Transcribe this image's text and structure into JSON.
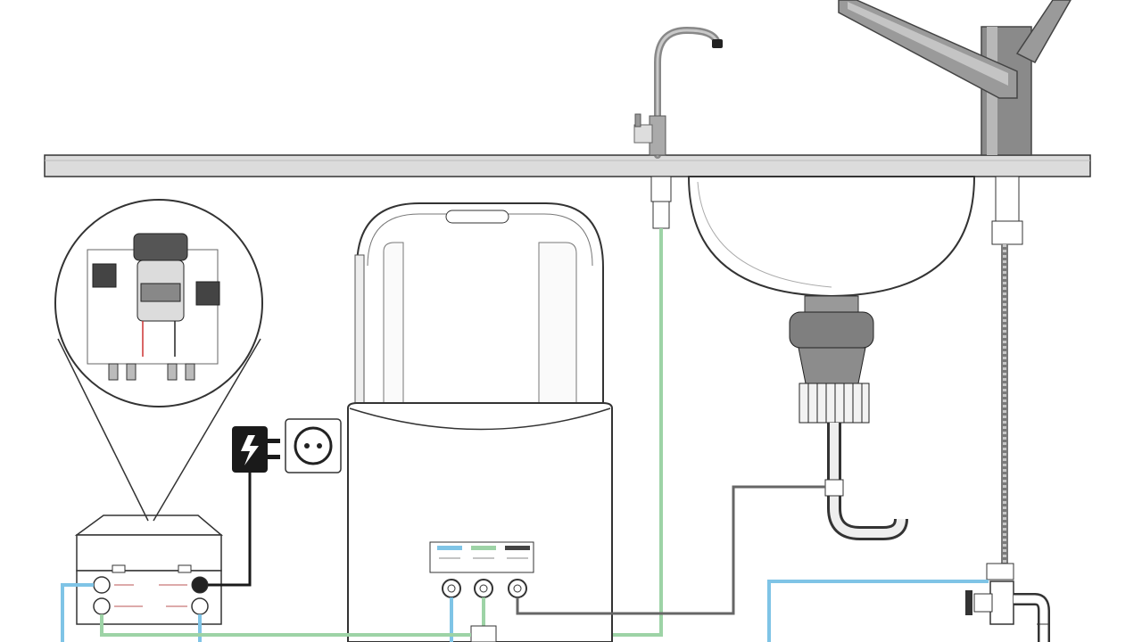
{
  "diagram": {
    "title": "",
    "colors": {
      "blue_line": "#7fc4e6",
      "green_line": "#9dd3a6",
      "gray_line": "#7a7a7a",
      "black_line": "#1a1a1a",
      "metal": "#9a9a9a",
      "countertop": "#d9d9d9"
    },
    "components": [
      {
        "id": "ro-filter-unit",
        "icon": "filter-housing-icon"
      },
      {
        "id": "pump-box",
        "icon": "booster-pump-icon"
      },
      {
        "id": "zoom-detail",
        "icon": "magnifier-detail-icon"
      },
      {
        "id": "power-adapter",
        "icon": "power-adapter-icon"
      },
      {
        "id": "wall-socket",
        "icon": "socket-icon"
      },
      {
        "id": "ro-faucet",
        "icon": "faucet-icon"
      },
      {
        "id": "main-mixer-tap",
        "icon": "mixer-tap-icon"
      },
      {
        "id": "sink-basin",
        "icon": "sink-icon"
      },
      {
        "id": "drain-siphon",
        "icon": "siphon-icon"
      },
      {
        "id": "angle-valve",
        "icon": "valve-icon"
      }
    ]
  }
}
